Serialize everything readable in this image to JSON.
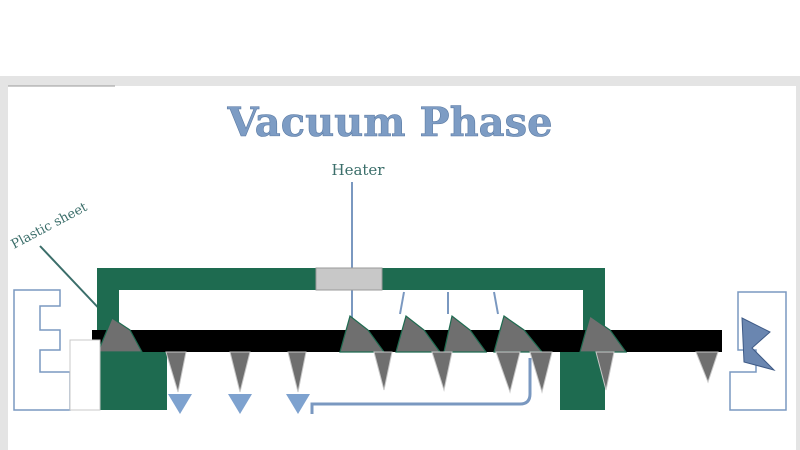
{
  "diagram": {
    "title": "Vacuum Phase",
    "labels": {
      "heater": "Heater",
      "plastic_sheet": "Plastic sheet"
    }
  },
  "colors": {
    "mold_green": "#1e6b50",
    "title_blue": "#7d9cc4",
    "frame_gray": "#d9d9d9",
    "heater_gray": "#c8c8c8",
    "sheet_black": "#000000",
    "arrow_blue": "#7ea2cf",
    "line_blue": "#7a98c0",
    "label_teal": "#3b6e6a"
  },
  "icons": [
    "down-arrow-icon",
    "clamp-icon"
  ]
}
